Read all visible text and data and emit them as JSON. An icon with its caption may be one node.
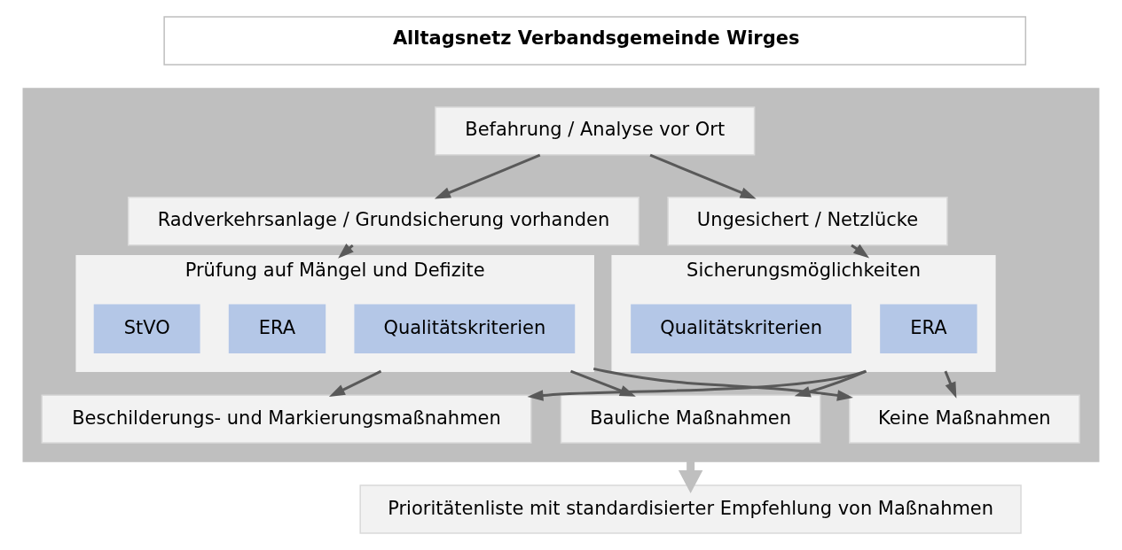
{
  "diagram": {
    "nodes": [
      {
        "text": [
          "Alltagsnetz Verbandsgemeinde Wirges"
        ]
      },
      {
        "text": [],
        "shape": "box"
      },
      {
        "text": [
          "Befahrung / Analyse vor Ort"
        ],
        "in": 1
      },
      {
        "text": [
          "Radverkehrsanlage / Grundsicherung vorhanden"
        ],
        "in": 1
      },
      {
        "text": [
          "Ungesichert / Netzlücke"
        ],
        "in": 1
      },
      {
        "text": [
          "Prüfung auf Mängel und Defizite"
        ],
        "in": 1
      },
      {
        "text": [
          "StVO"
        ],
        "in": 5
      },
      {
        "text": [
          "ERA"
        ],
        "in": 5
      },
      {
        "text": [
          "Qualitätskriterien"
        ],
        "in": 5
      },
      {
        "text": [
          "Sicherungsmöglichkeiten"
        ],
        "in": 1
      },
      {
        "text": [
          "Qualitätskriterien"
        ],
        "in": 9
      },
      {
        "text": [
          "ERA"
        ],
        "in": 9
      },
      {
        "text": [
          "Keine Maßnahmen"
        ],
        "in": 1
      },
      {
        "text": [
          "Beschilderungs- und Markierungsmaßnahmen"
        ],
        "in": 1
      },
      {
        "text": [
          "Bauliche Maßnahmen"
        ],
        "in": 1
      },
      {
        "text": [
          "Prioritätenliste mit standardisierter Empfehlung von Maßnahmen"
        ]
      }
    ],
    "edges": [
      {
        "from": 2,
        "to": 3,
        "arrow": "to"
      },
      {
        "from": 2,
        "to": 4,
        "arrow": "to"
      },
      {
        "from": 3,
        "to": 5,
        "arrow": "to"
      },
      {
        "from": 4,
        "to": 9,
        "arrow": "to"
      },
      {
        "from": 5,
        "to": 12,
        "arrow": "to"
      },
      {
        "from": 5,
        "to": 13,
        "arrow": "to"
      },
      {
        "from": 5,
        "to": 14,
        "arrow": "to"
      },
      {
        "from": 9,
        "to": 12,
        "arrow": "to"
      },
      {
        "from": 9,
        "to": 13,
        "arrow": "to"
      },
      {
        "from": 9,
        "to": 14,
        "arrow": "to"
      },
      {
        "from": 1,
        "to": 15,
        "arrow": "to",
        "style": "thick",
        "color": "#bfbfbf"
      }
    ]
  }
}
